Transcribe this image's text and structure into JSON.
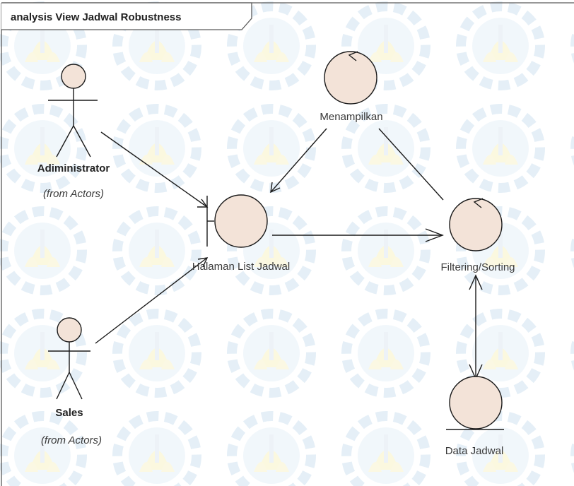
{
  "diagram": {
    "title": "analysis View Jadwal Robustness",
    "colors": {
      "frame": "#5a5a5a",
      "element_fill": "#f3e3d8",
      "element_stroke": "#1a1a1a",
      "watermark": "#d6e6f2"
    },
    "elements": {
      "administrator": {
        "kind": "actor",
        "name": "Adiministrator",
        "note": "(from Actors)"
      },
      "sales": {
        "kind": "actor",
        "name": "Sales",
        "note": "(from Actors)"
      },
      "halaman": {
        "kind": "boundary",
        "name": "Halaman List Jadwal"
      },
      "menampilkan": {
        "kind": "control",
        "name": "Menampilkan"
      },
      "filtering": {
        "kind": "control",
        "name": "Filtering/Sorting"
      },
      "data_jadwal": {
        "kind": "entity",
        "name": "Data Jadwal"
      }
    },
    "connections": [
      {
        "from": "administrator",
        "to": "halaman",
        "arrow": "end"
      },
      {
        "from": "sales",
        "to": "halaman",
        "arrow": "end"
      },
      {
        "from": "menampilkan",
        "to": "halaman",
        "arrow": "end"
      },
      {
        "from": "menampilkan",
        "to": "filtering",
        "arrow": "none"
      },
      {
        "from": "halaman",
        "to": "filtering",
        "arrow": "end"
      },
      {
        "from": "filtering",
        "to": "data_jadwal",
        "arrow": "both"
      }
    ]
  }
}
